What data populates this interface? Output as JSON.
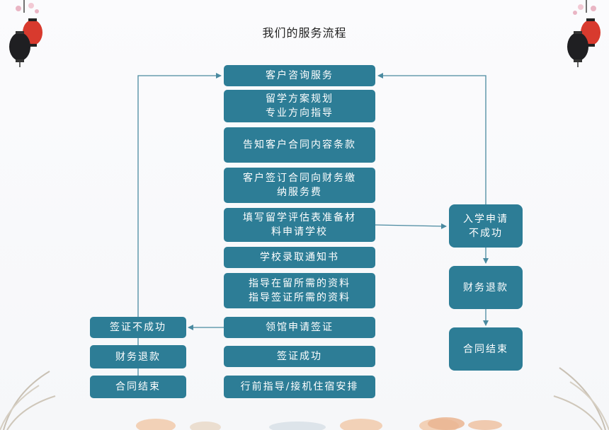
{
  "title": "我们的服务流程",
  "main_steps": [
    "客户咨询服务",
    "留学方案规划\n专业方向指导",
    "告知客户合同内容条款",
    "客户签订合同向财务缴\n纳服务费",
    "填写留学评估表准备材\n料申请学校",
    "学校录取通知书",
    "指导在留所需的资料\n指导签证所需的资料",
    "领馆申请签证",
    "签证成功",
    "行前指导/接机住宿安排"
  ],
  "left_branch": [
    "签证不成功",
    "财务退款",
    "合同结束"
  ],
  "right_branch": [
    "入学申请\n不成功",
    "财务退款",
    "合同结束"
  ],
  "colors": {
    "box": "#2d7d96",
    "line": "#4a8aa0",
    "text": "#ffffff"
  }
}
